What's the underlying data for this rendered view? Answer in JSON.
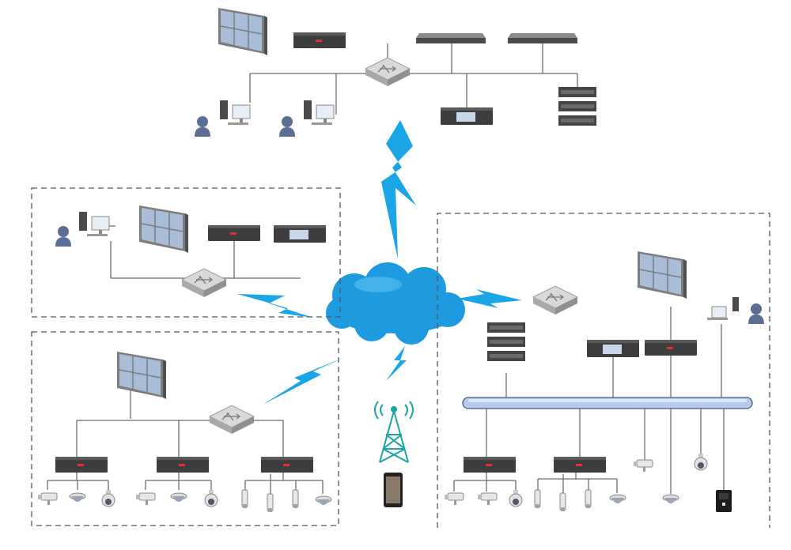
{
  "diagram": {
    "kind": "surveillance-network-topology",
    "labels": [],
    "colors": {
      "line": "#6b6b6b",
      "dashed_border": "#555555",
      "cloud": "#1e9be0",
      "lightning": "#1aa6e6",
      "tower": "#1aa6a0",
      "monitor_frame": "#666666",
      "monitor_screen": "#9fb3d1",
      "rack": "#3a3a3a",
      "switch": "#d6d6d6",
      "bus": "#b7c9e8",
      "person": "#5b6e93"
    },
    "regions": [
      "central-site",
      "remote-site-left",
      "camera-site-left",
      "camera-site-right"
    ],
    "icons": [
      "video-wall-icon",
      "nvr-icon",
      "server-icon",
      "switch-icon",
      "workstation-icon",
      "user-icon",
      "storage-array-icon",
      "camera-icon",
      "dome-camera-icon",
      "ptz-camera-icon",
      "access-control-icon",
      "cloud-icon",
      "lightning-link-icon",
      "radio-tower-icon",
      "mobile-phone-icon",
      "bus-backbone-icon"
    ]
  }
}
